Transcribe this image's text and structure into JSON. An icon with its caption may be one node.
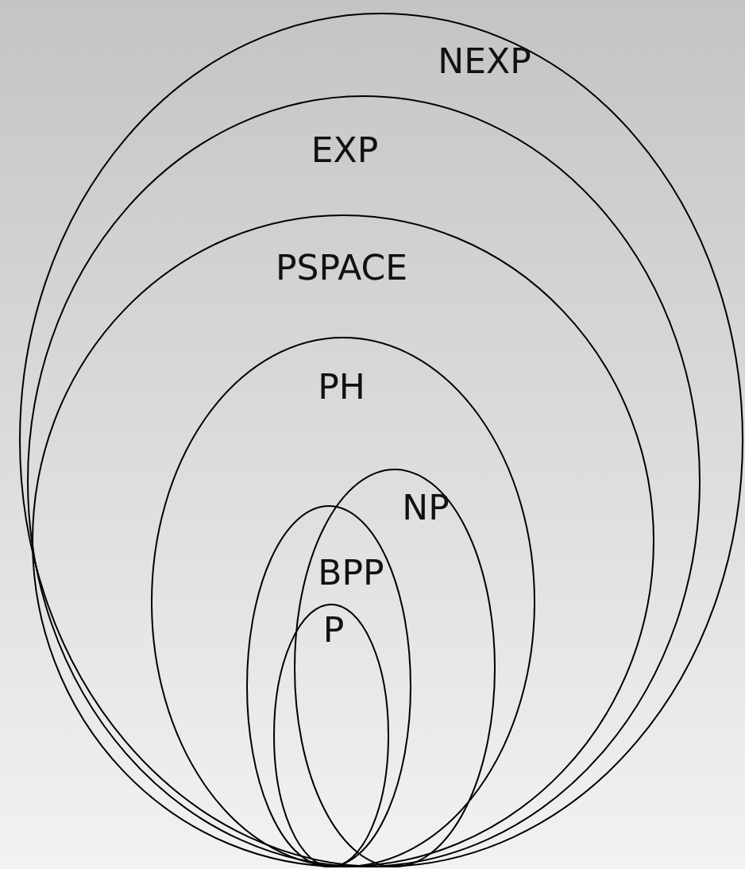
{
  "diagram": {
    "nodes": [
      {
        "text": [
          "NEXP"
        ]
      },
      {
        "text": [
          "EXP"
        ],
        "in": 0
      },
      {
        "text": [
          "PSPACE"
        ],
        "in": 1
      },
      {
        "text": [
          "PH"
        ],
        "in": 2
      },
      {
        "text": [
          "NP"
        ],
        "in": 3
      },
      {
        "text": [
          "BPP"
        ],
        "in": 3
      },
      {
        "text": [
          "P"
        ],
        "in": 5
      }
    ]
  }
}
